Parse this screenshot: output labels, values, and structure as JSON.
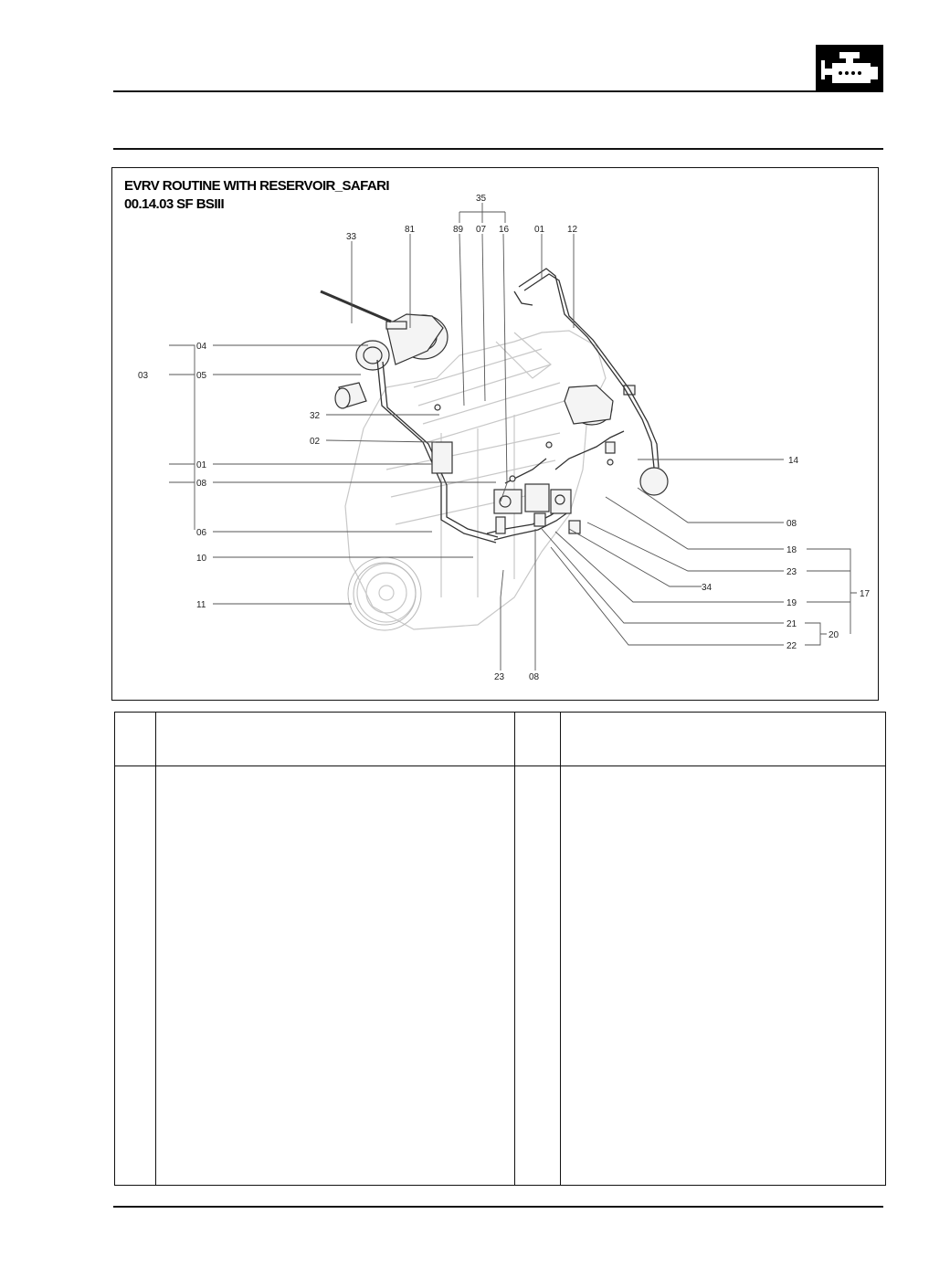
{
  "header": {
    "section_icon": "engine-icon"
  },
  "figure": {
    "title_line1": "EVRV ROUTINE WITH RESERVOIR_SAFARI",
    "title_line2": "00.14.03 SF BSIII",
    "callouts": {
      "c35": "35",
      "c33": "33",
      "c81": "81",
      "c89": "89",
      "c07": "07",
      "c16": "16",
      "c01_top": "01",
      "c12": "12",
      "c04": "04",
      "c03": "03",
      "c05": "05",
      "c32": "32",
      "c02": "02",
      "c01_left": "01",
      "c08_left": "08",
      "c06": "06",
      "c10": "10",
      "c11": "11",
      "c14": "14",
      "c08_right": "08",
      "c18": "18",
      "c23_right": "23",
      "c34": "34",
      "c19": "19",
      "c17": "17",
      "c21": "21",
      "c20": "20",
      "c22": "22",
      "c23_bottom": "23",
      "c08_bottom": "08"
    }
  },
  "legend_table": {
    "header": [
      "",
      "",
      "",
      ""
    ],
    "body": [
      "",
      "",
      "",
      ""
    ]
  }
}
